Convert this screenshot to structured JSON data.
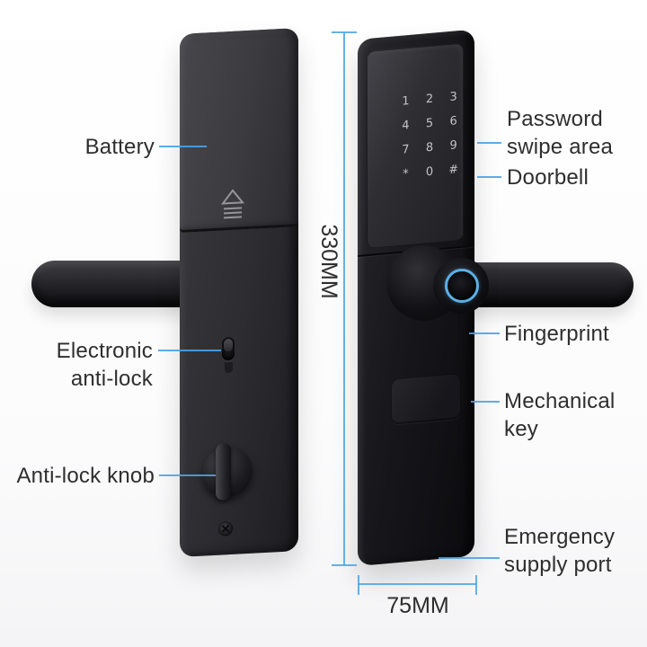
{
  "product": "smart-door-lock-annotated-views",
  "colors": {
    "accent_callout": "#4ba3e5",
    "label_text": "#2e2e2e",
    "fingerprint_ring": "#5bb0e6",
    "lock_body_dark": "#151518",
    "battery_cover_gray": "#3a3a3f"
  },
  "callouts": {
    "battery": {
      "label": "Battery"
    },
    "electronic_anti_lock": {
      "line1": "Electronic",
      "line2": "anti-lock"
    },
    "anti_lock_knob": {
      "label": "Anti-lock knob"
    },
    "password_swipe_area": {
      "line1": "Password",
      "line2": "swipe area"
    },
    "doorbell": {
      "label": "Doorbell"
    },
    "fingerprint": {
      "label": "Fingerprint"
    },
    "mechanical_key": {
      "line1": "Mechanical",
      "line2": "key"
    },
    "emergency_supply_port": {
      "line1": "Emergency",
      "line2": "supply port"
    }
  },
  "dimensions": {
    "height_label": "330MM",
    "width_label": "75MM"
  },
  "keypad": {
    "keys": [
      "1",
      "2",
      "3",
      "4",
      "5",
      "6",
      "7",
      "8",
      "9",
      "*",
      "0",
      "#"
    ]
  },
  "icons": {
    "battery_cover_arrow": "slide-up-arrow-icon",
    "screw": "phillips-screw-icon",
    "fingerprint_sensor": "fingerprint-ring-icon"
  }
}
